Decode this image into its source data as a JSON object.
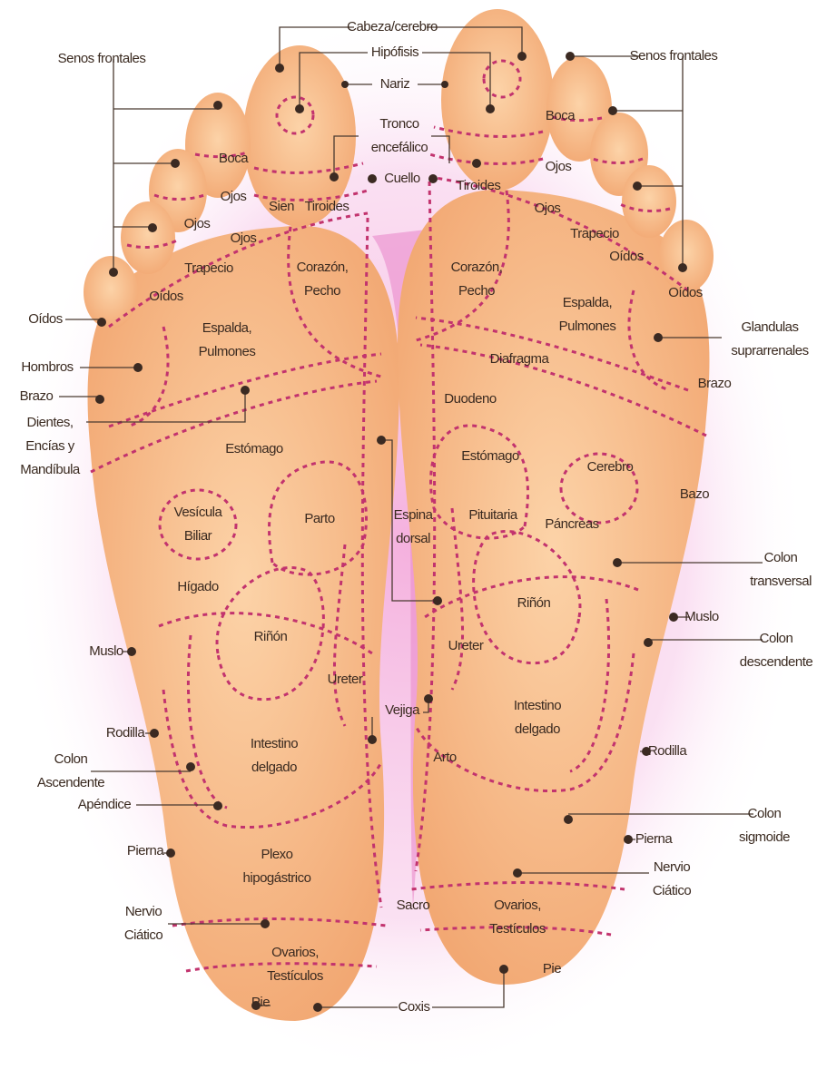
{
  "colors": {
    "skin": "#f6b886",
    "skin_light": "#fbd2a6",
    "glow": "#f3b3e0",
    "zone_line": "#c2336e",
    "text": "#3a2a20"
  },
  "outer_labels": {
    "senos_frontales_left": "Senos frontales",
    "cabeza_cerebro": "Cabeza/cerebro",
    "hipofisis": "Hipófisis",
    "nariz": "Nariz",
    "tronco_1": "Tronco",
    "tronco_2": "encefálico",
    "cuello": "Cuello",
    "senos_frontales_right": "Senos frontales",
    "oidos_left": "Oídos",
    "hombros": "Hombros",
    "brazo_left": "Brazo",
    "dientes_1": "Dientes,",
    "dientes_2": "Encías y",
    "dientes_3": "Mandíbula",
    "glandulas_1": "Glandulas",
    "glandulas_2": "suprarrenales",
    "brazo_right": "Brazo",
    "bazo": "Bazo",
    "colon_transversal_1": "Colon",
    "colon_transversal_2": "transversal",
    "muslo_right": "Muslo",
    "colon_descendente_1": "Colon",
    "colon_descendente_2": "descendente",
    "muslo_left": "Muslo",
    "rodilla_left": "Rodilla",
    "colon_ascendente_1": "Colon",
    "colon_ascendente_2": "Ascendente",
    "apendice": "Apéndice",
    "rodilla_right": "Rodilla",
    "colon_sigmoide_1": "Colon",
    "colon_sigmoide_2": "sigmoide",
    "pierna_left": "Pierna",
    "pierna_right": "Pierna",
    "nervio_right_1": "Nervio",
    "nervio_right_2": "Ciático",
    "nervio_left_1": "Nervio",
    "nervio_left_2": "Ciático",
    "pie_left": "Pie",
    "coxis": "Coxis",
    "pie_right": "Pie"
  },
  "left_foot": {
    "boca": "Boca",
    "ojos_1": "Ojos",
    "ojos_2": "Ojos",
    "ojos_3": "Ojos",
    "sien": "Sien",
    "tiroides": "Tiroides",
    "trapecio": "Trapecio",
    "oidos": "Oídos",
    "espalda_1": "Espalda,",
    "espalda_2": "Pulmones",
    "corazon_1": "Corazón,",
    "corazon_2": "Pecho",
    "estomago": "Estómago",
    "vesicula_1": "Vesícula",
    "vesicula_2": "Biliar",
    "parto": "Parto",
    "higado": "Hígado",
    "rinon": "Riñón",
    "ureter": "Ureter",
    "vejiga": "Vejiga",
    "intestino_1": "Intestino",
    "intestino_2": "delgado",
    "plexo_1": "Plexo",
    "plexo_2": "hipogástrico",
    "sacro": "Sacro",
    "ovarios_1": "Ovarios,",
    "ovarios_2": "Testículos",
    "espina_1": "Espina",
    "espina_2": "dorsal"
  },
  "right_foot": {
    "boca": "Boca",
    "ojos_1": "Ojos",
    "ojos_2": "Ojos",
    "trapecio": "Trapecio",
    "oidos_1": "Oídos",
    "oidos_2": "Oídos",
    "tiroides": "Tiroides",
    "corazon_1": "Corazón,",
    "corazon_2": "Pecho",
    "espalda_1": "Espalda,",
    "espalda_2": "Pulmones",
    "diafragma": "Diafragma",
    "duodeno": "Duodeno",
    "estomago": "Estómago",
    "cerebro": "Cerebro",
    "pituitaria": "Pituitaria",
    "pancreas": "Páncreas",
    "rinon": "Riñón",
    "ureter": "Ureter",
    "intestino_1": "Intestino",
    "intestino_2": "delgado",
    "arto": "Arto",
    "ovarios_1": "Ovarios,",
    "ovarios_2": "Testículos"
  }
}
